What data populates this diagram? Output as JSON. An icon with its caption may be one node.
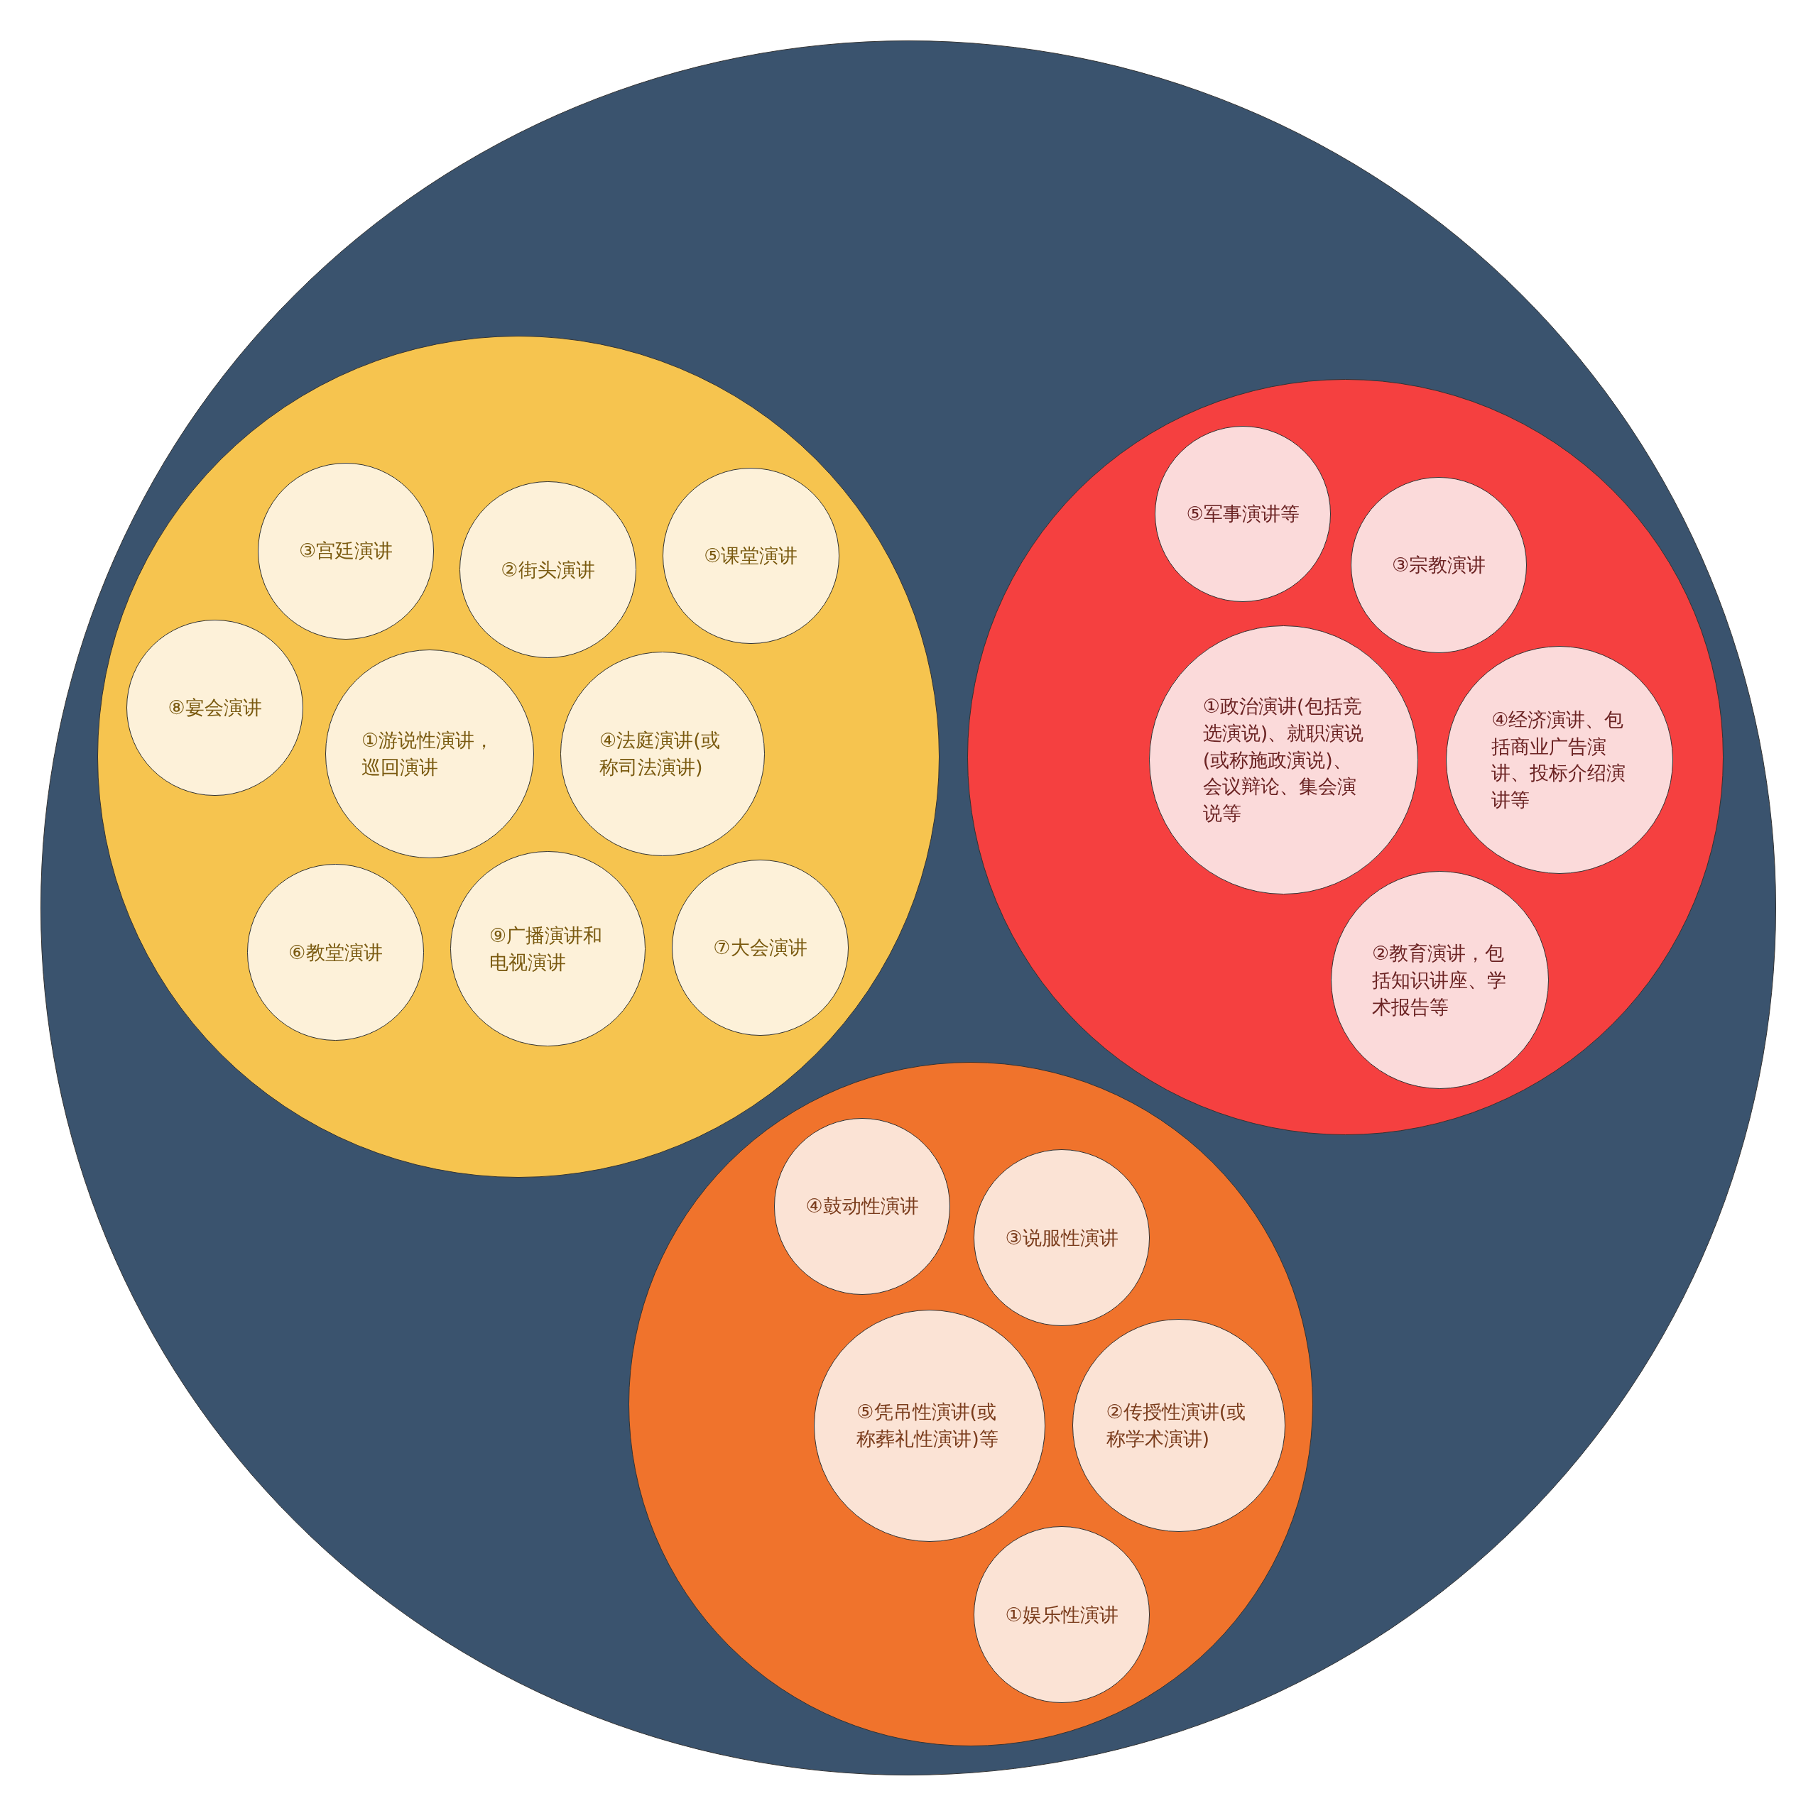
{
  "diagram": {
    "nodes": [
      {
        "text": [],
        "shape": "circle"
      },
      {
        "text": [],
        "shape": "circle",
        "in": 0
      },
      {
        "text": [],
        "shape": "circle",
        "in": 0
      },
      {
        "text": [],
        "shape": "circle",
        "in": 0
      },
      {
        "text": [
          "③宫廷演讲"
        ],
        "in": 1
      },
      {
        "text": [
          "②街头演讲"
        ],
        "in": 1
      },
      {
        "text": [
          "⑤课堂演讲"
        ],
        "in": 1
      },
      {
        "text": [
          "⑧宴会演讲"
        ],
        "in": 1
      },
      {
        "text": [
          "①游说性演讲，巡回演讲"
        ],
        "in": 1
      },
      {
        "text": [
          "④法庭演讲(或称司法演讲)"
        ],
        "in": 1
      },
      {
        "text": [
          "⑥教堂演讲"
        ],
        "in": 1
      },
      {
        "text": [
          "⑨广播演讲和电视演讲"
        ],
        "in": 1
      },
      {
        "text": [
          "⑦大会演讲"
        ],
        "in": 1
      },
      {
        "text": [
          "⑤军事演讲等"
        ],
        "in": 2
      },
      {
        "text": [
          "③宗教演讲"
        ],
        "in": 2
      },
      {
        "text": [
          "①政治演讲(包括竞选演说)、就职演说(或称施政演说)、会议辩论、集会演说等"
        ],
        "in": 2
      },
      {
        "text": [
          "④经济演讲、包括商业广告演讲、投标介绍演讲等"
        ],
        "in": 2
      },
      {
        "text": [
          "②教育演讲，包括知识讲座、学术报告等"
        ],
        "in": 2
      },
      {
        "text": [
          "④鼓动性演讲"
        ],
        "in": 3
      },
      {
        "text": [
          "③说服性演讲"
        ],
        "in": 3
      },
      {
        "text": [
          "⑤凭吊性演讲(或称葬礼性演讲)等"
        ],
        "in": 3
      },
      {
        "text": [
          "②传授性演讲(或称学术演讲)"
        ],
        "in": 3
      },
      {
        "text": [
          "①娱乐性演讲"
        ],
        "in": 3
      }
    ]
  }
}
